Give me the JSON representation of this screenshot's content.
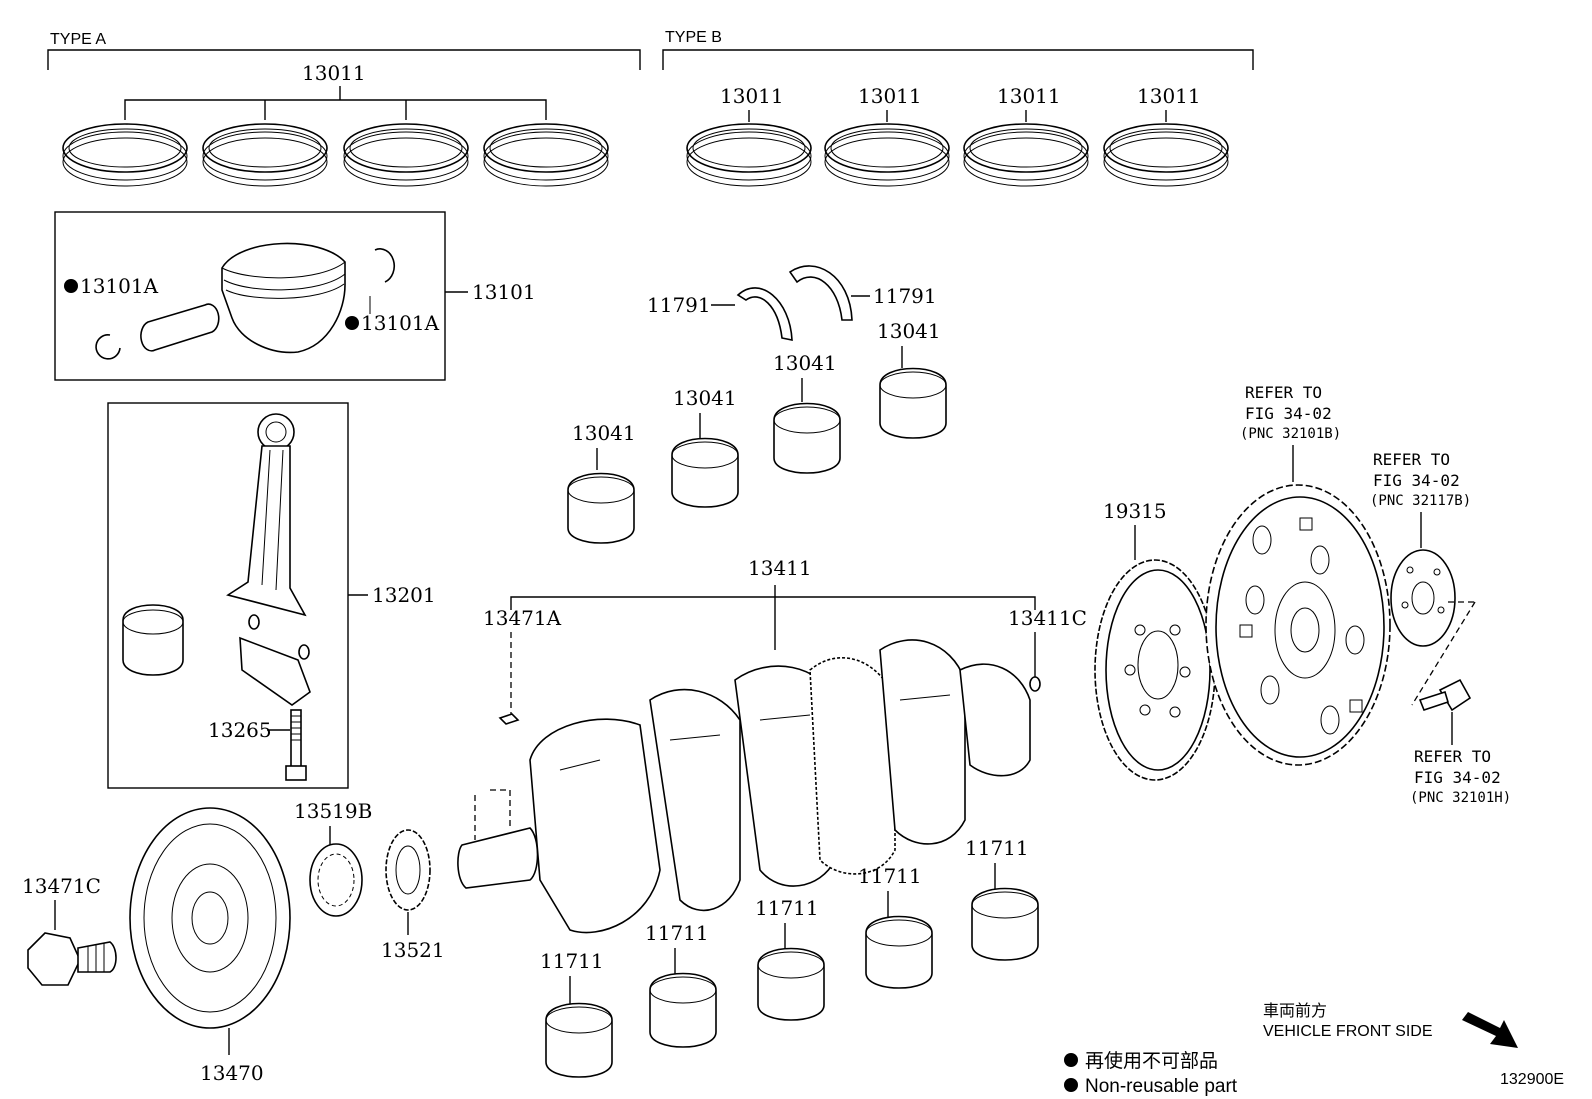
{
  "groups": {
    "type_a": "TYPE A",
    "type_b": "TYPE B"
  },
  "labels": {
    "ring_set_a": "13011",
    "ring_b1": "13011",
    "ring_b2": "13011",
    "ring_b3": "13011",
    "ring_b4": "13011",
    "snap_ring_left": "13101A",
    "snap_ring_right": "13101A",
    "piston": "13101",
    "connecting_rod": "13201",
    "rod_bolt": "13265",
    "thrust_washer_left": "11791",
    "thrust_washer_right": "11791",
    "rod_bearing_1": "13041",
    "rod_bearing_2": "13041",
    "rod_bearing_3": "13041",
    "rod_bearing_4": "13041",
    "crankshaft": "13411",
    "key_left": "13471A",
    "pin_right": "13411C",
    "timing_sprocket": "13519B",
    "oil_pump_sprocket": "13521",
    "pulley_bolt": "13471C",
    "crank_pulley": "13470",
    "main_bearing_1": "11711",
    "main_bearing_2": "11711",
    "main_bearing_3": "11711",
    "main_bearing_4": "11711",
    "main_bearing_5": "11711",
    "sensor_plate": "19315"
  },
  "refers": {
    "flywheel": {
      "line1": "REFER TO",
      "line2": "FIG 34-02",
      "line3": "(PNC 32101B)"
    },
    "spacer": {
      "line1": "REFER TO",
      "line2": "FIG 34-02",
      "line3": "(PNC 32117B)"
    },
    "bolt": {
      "line1": "REFER TO",
      "line2": "FIG 34-02",
      "line3": "(PNC 32101H)"
    }
  },
  "front": {
    "jp": "車両前方",
    "en": "VEHICLE FRONT SIDE"
  },
  "legend": {
    "jp": "再使用不可部品",
    "en": "Non-reusable part"
  },
  "figure_id": "132900E"
}
